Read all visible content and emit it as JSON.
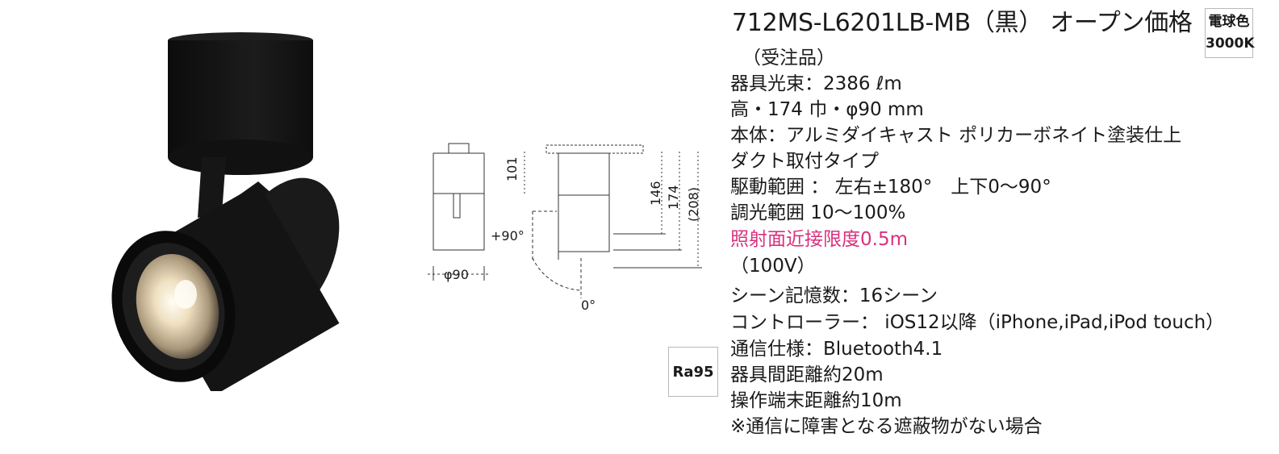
{
  "product": {
    "title": "712MS-L6201LB-MB（黒） オープン価格",
    "order_note": "（受注品）"
  },
  "badge": {
    "line1": "電球色",
    "line2": "3000K"
  },
  "specs": [
    "器具光束：2386 ℓm",
    "高・174 巾・φ90 mm",
    "本体：アルミダイキャスト ポリカーボネイト塗装仕上",
    "ダクト取付タイプ",
    "駆動範囲 ： 左右±180°　上下0～90°",
    "調光範囲 10～100%"
  ],
  "warning": "照射面近接限度0.5m",
  "voltage": "（100V）",
  "control_specs": [
    "シーン記憶数：16シーン",
    "コントローラー： iOS12以降（iPhone,iPad,iPod touch）",
    "通信仕様：Bluetooth4.1",
    "器具間距離約20m",
    "操作端末距離約10m",
    "※通信に障害となる遮蔽物がない場合"
  ],
  "ra_badge": "Ra95",
  "drawing": {
    "dim_101": "101",
    "dim_146": "146",
    "dim_174": "174",
    "dim_208": "(208)",
    "angle_plus90": "+90°",
    "angle_0": "0°",
    "dim_phi90": "φ90"
  },
  "colors": {
    "accent_pink": "#d9317e",
    "fixture_black": "#141414",
    "lamp_warm": "#e9d6b2"
  }
}
